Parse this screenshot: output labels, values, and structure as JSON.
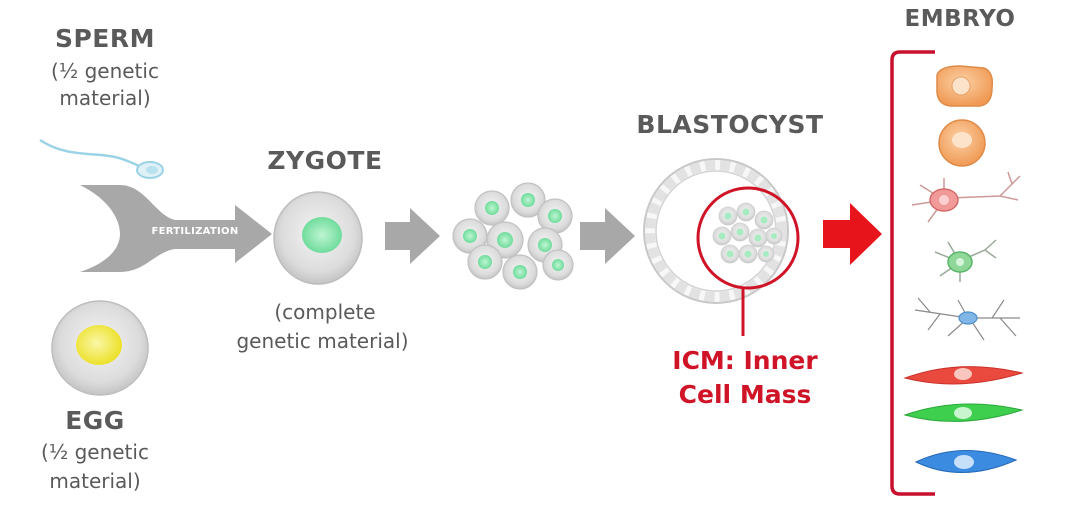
{
  "labels": {
    "sperm": "SPERM",
    "sperm_sub_1": "(½ genetic",
    "sperm_sub_2": "material)",
    "egg": "EGG",
    "egg_sub_1": "(½ genetic",
    "egg_sub_2": "material)",
    "fertilization": "FERTILIZATION",
    "zygote": "ZYGOTE",
    "zygote_sub_1": "(complete",
    "zygote_sub_2": "genetic material)",
    "blastocyst": "BLASTOCYST",
    "icm_1": "ICM: Inner",
    "icm_2": "Cell Mass",
    "embryo": "EMBRYO"
  },
  "colors": {
    "arrow_gray": "#a8a8a8",
    "accent_red": "#e8141c",
    "label_red": "#d01427",
    "nucleus_green": "#7fe0a8",
    "egg_yellow": "#f2ea3a",
    "bracket_red": "#c8102e"
  }
}
